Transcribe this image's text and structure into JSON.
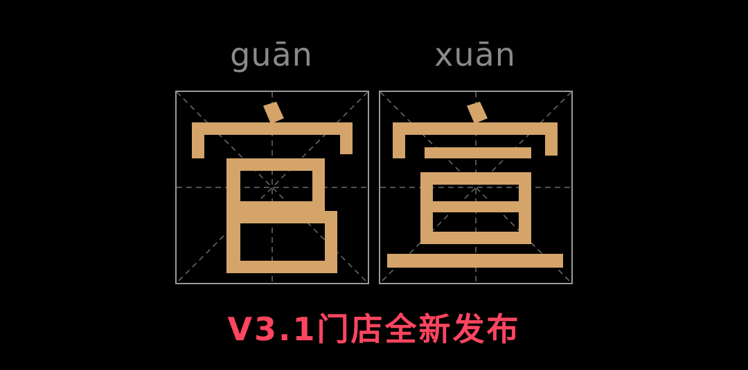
{
  "characters": [
    {
      "pinyin": "guān",
      "hanzi": "官"
    },
    {
      "pinyin": "xuān",
      "hanzi": "宣"
    }
  ],
  "subtitle": "V3.1门店全新发布",
  "colors": {
    "background": "#000000",
    "pinyin": "#8a8a8a",
    "grid_border": "#9a9a9a",
    "grid_guides": "#6e6e6e",
    "hanzi": "#d4a46a",
    "subtitle": "#ff4560"
  }
}
